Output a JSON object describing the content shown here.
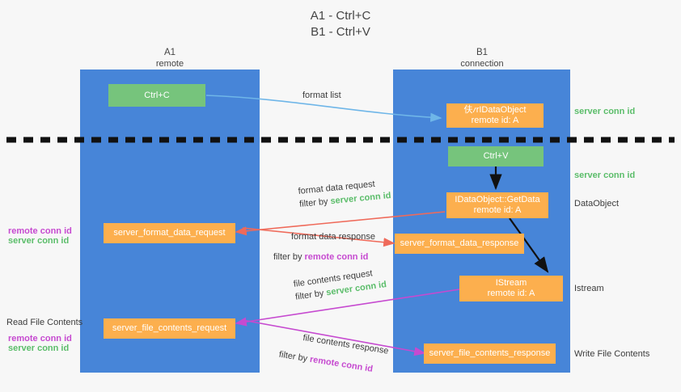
{
  "title": "A1 - Ctrl+C\nB1 - Ctrl+V",
  "lanes": [
    {
      "name": "A1",
      "sub": "remote"
    },
    {
      "name": "B1",
      "sub": "connection"
    }
  ],
  "nodes": {
    "ctrl_c": "Ctrl+C",
    "ctrl_v": "Ctrl+V",
    "idataobject_line1": "伕ⳇrIDataObject",
    "idataobject_line2": "remote id: A",
    "getdata_line1": "IDataObject::GetData",
    "getdata_line2": "remote id: A",
    "istream_line1": "IStream",
    "istream_line2": "remote id: A",
    "server_format_data_request": "server_format_data_request",
    "server_format_data_response": "server_format_data_response",
    "server_file_contents_request": "server_file_contents_request",
    "server_file_contents_response": "server_file_contents_response"
  },
  "arrow_labels": {
    "format_list": "format list",
    "format_data_request": "format data request",
    "format_data_response": "format data response",
    "file_contents_request": "file contents request",
    "file_contents_response": "file contents response",
    "filter_by": "filter by ",
    "server_conn_id": "server conn id",
    "remote_conn_id": "remote conn id"
  },
  "side_labels": {
    "server_conn_id": "server conn id",
    "remote_conn_id": "remote conn id",
    "read_file_contents": "Read File Contents",
    "write_file_contents": "Write File Contents",
    "dataobject": "DataObject",
    "istream": "Istream"
  },
  "colors": {
    "lane": "#4785d8",
    "green_node": "#76c47c",
    "orange_node": "#fcaf4e",
    "server_conn_id": "#5bbd6a",
    "remote_conn_id": "#c64ad0",
    "arrow_blue": "#6fb6e8",
    "arrow_red": "#ef6a5a",
    "arrow_magenta": "#c64ad0",
    "arrow_black": "#111111",
    "background": "#f7f7f7"
  }
}
